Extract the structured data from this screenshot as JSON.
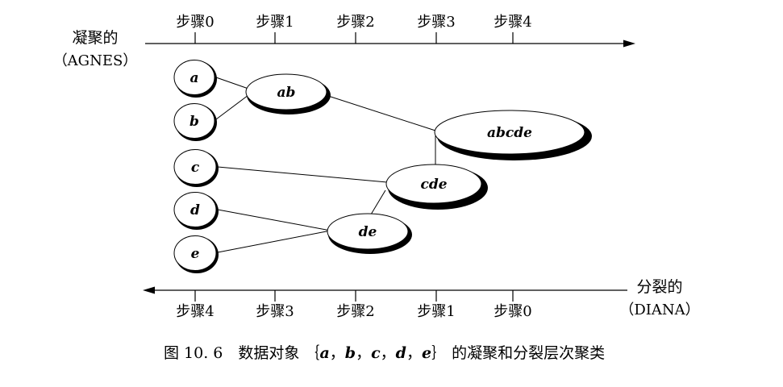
{
  "agglomerative": {
    "label": "凝聚的",
    "method": "（AGNES）",
    "steps": [
      "步骤0",
      "步骤1",
      "步骤2",
      "步骤3",
      "步骤4"
    ]
  },
  "divisive": {
    "label": "分裂的",
    "method": "（DIANA）",
    "steps": [
      "步骤4",
      "步骤3",
      "步骤2",
      "步骤1",
      "步骤0"
    ]
  },
  "nodes": {
    "a": "a",
    "b": "b",
    "c": "c",
    "d": "d",
    "e": "e",
    "ab": "ab",
    "de": "de",
    "cde": "cde",
    "abcde": "abcde"
  },
  "caption": {
    "prefix": "图 10. 6　数据对象 ｛",
    "items": [
      "a",
      "b",
      "c",
      "d",
      "e"
    ],
    "separator": "，",
    "suffix": "｝ 的凝聚和分裂层次聚类"
  },
  "colors": {
    "ink": "#000000",
    "background": "#ffffff"
  }
}
